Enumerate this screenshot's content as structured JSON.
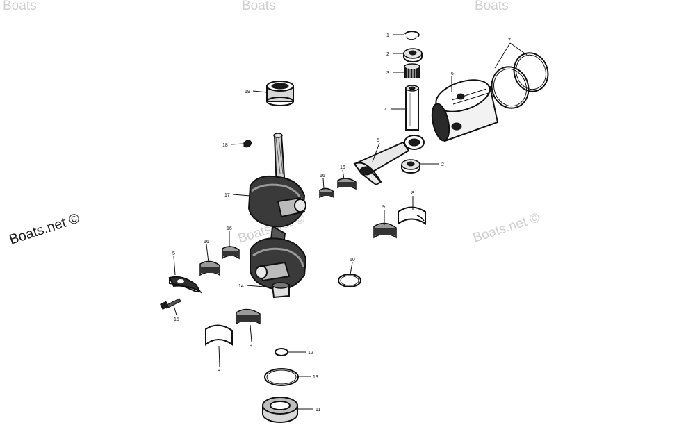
{
  "watermarks": {
    "main": "Boats.net ©",
    "faint": "Boats.net ©",
    "faint_top_left": "Boats",
    "faint_top_center": "Boats",
    "faint_top_right": "Boats"
  },
  "callouts": {
    "c1": "1",
    "c2a": "2",
    "c2b": "2",
    "c3": "3",
    "c4": "4",
    "c5a": "5",
    "c5b": "5",
    "c6": "6",
    "c7": "7",
    "c8a": "8",
    "c8b": "8",
    "c9a": "9",
    "c9b": "9",
    "c10": "10",
    "c11": "11",
    "c12": "12",
    "c13": "13",
    "c14": "14",
    "c15": "15",
    "c16a": "16",
    "c16b": "16",
    "c16c": "16",
    "c16d": "16",
    "c17": "17",
    "c18": "18",
    "c19": "19"
  }
}
